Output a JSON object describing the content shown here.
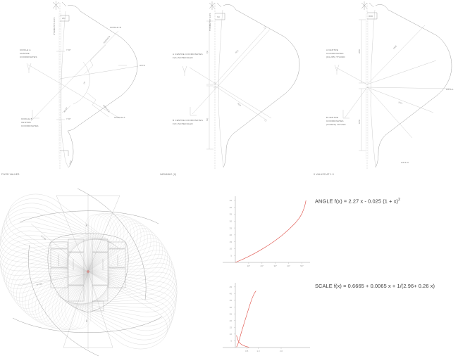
{
  "sheet": {
    "title": "Geometric Construction Sheet",
    "background": "#ffffff",
    "accent_color": "#e0564e",
    "line_color": "#b9b9b9"
  },
  "panels": [
    {
      "id": "panel-fixed",
      "caption": "FIXED VALUES",
      "labels": {
        "circle_a": "CIRCLE A\nCENTRE\nCOORDINATES",
        "circle_a_line1": "CIRCLE A",
        "circle_a_line2": "CENTRE",
        "circle_a_line3": "COORDINATES",
        "circle_b_line1": "CIRCLE B",
        "circle_b_line2": "CENTRE",
        "circle_b_line3": "COORDINATES",
        "circle_b_tag": "CIRCLE B",
        "circle_a_tag": "CIRCLE A",
        "axis": "AXIS",
        "symmetry_axis": "SYMMETRY AXIS",
        "radius_b": "RADIUS B",
        "radius_a": "RADIUS A",
        "angle_top": "7.50°",
        "angle_bottom": "7.50°",
        "angle_arc": "45.00°",
        "angle_small": "15°",
        "dim_top": "260",
        "dim_bottom": "6.00"
      }
    },
    {
      "id": "panel-variable",
      "caption": "VARIABLE (x)",
      "labels": {
        "a_centre_line1": "A CENTRE COORDINATES",
        "a_centre_line2": "f(x) SCHEDULED",
        "b_centre_line1": "B CENTRE COORDINATES",
        "b_centre_line2": "f(x) SCHEDULED",
        "radius_b": "R(x)",
        "radius_a": "R(x)",
        "symmetry_axis": "SYMMETRY AXIS",
        "dim_top": "f(x)",
        "dim_upper": "f(x)",
        "dim_lower": "f(x)"
      }
    },
    {
      "id": "panel-x1",
      "caption": "x VALUES AT 1.0",
      "labels": {
        "a_centre_line1": "A CENTRE",
        "a_centre_line2": "COORDINATES",
        "a_centre_line3": "(84,285) TH/USD",
        "b_centre_line1": "B CENTRE",
        "b_centre_line2": "COORDINATES",
        "b_centre_line3": "(610820) TH/USD",
        "axis": "AXIS 1",
        "axis_bottom": "AXIS X",
        "dim_top": "3000",
        "dim_upper": "2850",
        "dim_lower": "1850",
        "radius_b": "2535",
        "radius_a": "3727"
      }
    }
  ],
  "rotational_diagram": {
    "name": "rotational-overlay-plan",
    "labels": {
      "dim_upper_left": "R 2.56",
      "dim_lower_left": "R 4.05",
      "dim_top_centre": "45°",
      "dim_bottom_centre": "45°"
    },
    "iterations": 34
  },
  "charts": [
    {
      "name": "angle-chart",
      "formula": "ANGLE f(x) = 2.27 x - 0.025 (1 + x)",
      "formula_exponent": "2",
      "chart_data": {
        "type": "line",
        "title": "ANGLE f(x)",
        "xlabel": "",
        "ylabel": "",
        "xlim": [
          0,
          55
        ],
        "ylim": [
          0,
          47
        ],
        "xticks": [
          "10°",
          "20°",
          "30°",
          "40°",
          "50°"
        ],
        "xtick_values": [
          10,
          20,
          30,
          40,
          50
        ],
        "yticks": [
          "5",
          "10",
          "15",
          "20",
          "25",
          "30",
          "35",
          "40",
          "45"
        ],
        "ytick_values": [
          5,
          10,
          15,
          20,
          25,
          30,
          35,
          40,
          45
        ],
        "grid": false,
        "legend": false,
        "series": [
          {
            "name": "angle",
            "x": [
              0,
              5,
              10,
              15,
              20,
              25,
              30,
              35,
              40,
              45,
              48,
              50,
              52,
              53
            ],
            "values": [
              0,
              2.0,
              4.3,
              6.8,
              9.6,
              12.6,
              15.9,
              19.6,
              23.8,
              28.6,
              32.2,
              35.4,
              40.5,
              45.0
            ]
          }
        ]
      }
    },
    {
      "name": "scale-chart",
      "formula": "SCALE f(x) = 0.6665 + 0.0065 x + 1/(2.96+ 0.26 x)",
      "chart_data": {
        "type": "line",
        "title": "SCALE f(x)",
        "xlabel": "",
        "ylabel": "",
        "xlim": [
          0,
          3.2
        ],
        "ylim": [
          0,
          47
        ],
        "xticks": [
          "0.5",
          "1.0",
          "2.0"
        ],
        "xtick_values": [
          0.5,
          1.0,
          2.0
        ],
        "yticks": [
          "5",
          "10",
          "15",
          "20",
          "25",
          "30",
          "35",
          "40",
          "45"
        ],
        "ytick_values": [
          5,
          10,
          15,
          20,
          25,
          30,
          35,
          40,
          45
        ],
        "grid": false,
        "legend": false,
        "series": [
          {
            "name": "scale",
            "x": [
              0.05,
              0.08,
              0.12,
              0.18,
              0.25,
              0.33,
              0.42,
              0.52,
              0.62,
              0.72,
              0.82,
              0.9
            ],
            "values": [
              0.4,
              1.2,
              3.0,
              6.2,
              10.5,
              15.0,
              20.0,
              25.5,
              31.0,
              36.0,
              40.0,
              42.0
            ]
          },
          {
            "name": "scale-lower",
            "x": [
              0.05,
              0.1,
              0.16,
              0.24,
              0.34,
              0.46,
              0.6
            ],
            "values": [
              9.0,
              6.0,
              4.0,
              2.6,
              1.6,
              0.8,
              0.2
            ]
          }
        ]
      }
    }
  ]
}
